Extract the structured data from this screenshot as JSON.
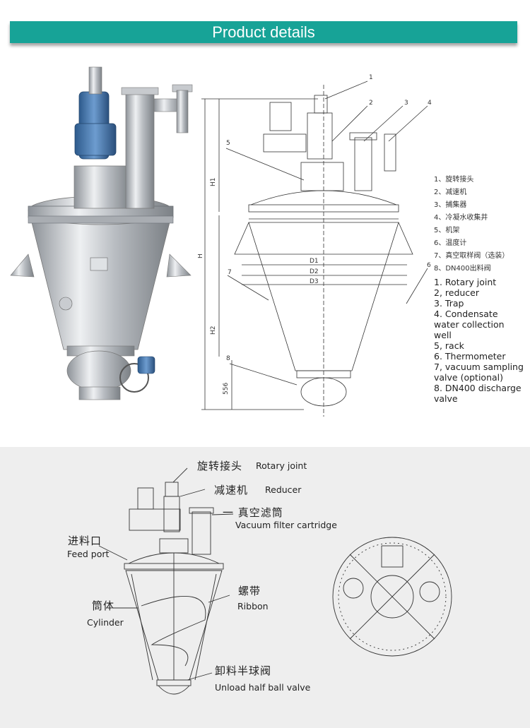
{
  "banner": {
    "title": "Product details"
  },
  "drawing_labels": {
    "callouts": [
      "1",
      "2",
      "3",
      "4",
      "5",
      "6",
      "7",
      "8"
    ],
    "dims": [
      "H1",
      "H",
      "H2",
      "556",
      "D1",
      "D2",
      "D3"
    ]
  },
  "legend_cn": [
    "1、旋转接头",
    "2、减速机",
    "3、捕集器",
    "4、冷凝水收集井",
    "5、机架",
    "6、温度计",
    "7、真空取样阀（选装）",
    "8、DN400出料阀"
  ],
  "legend_en": [
    "1. Rotary joint",
    "2, reducer",
    "3. Trap",
    "4. Condensate",
    "water collection",
    "well",
    "5, rack",
    "6. Thermometer",
    "7, vacuum sampling",
    "valve (optional)",
    "8. DN400 discharge",
    "valve"
  ],
  "diagram": {
    "rotary_joint_cn": "旋转接头",
    "rotary_joint_en": "Rotary joint",
    "reducer_cn": "减速机",
    "reducer_en": "Reducer",
    "vacuum_filter_cn": "一 真空滤筒",
    "vacuum_filter_en": "Vacuum filter cartridge",
    "feed_port_cn": "进料口",
    "feed_port_en": "Feed port",
    "cylinder_cn": "筒体",
    "cylinder_en": "Cylinder",
    "ribbon_cn": "螺带",
    "ribbon_en": "Ribbon",
    "unload_cn": "卸料半球阀",
    "unload_en": "Unload half ball valve"
  },
  "colors": {
    "banner": "#17a397",
    "steel": "#c9ccd1",
    "motor": "#3f6fa6",
    "lower_bg": "#eeeeee"
  }
}
